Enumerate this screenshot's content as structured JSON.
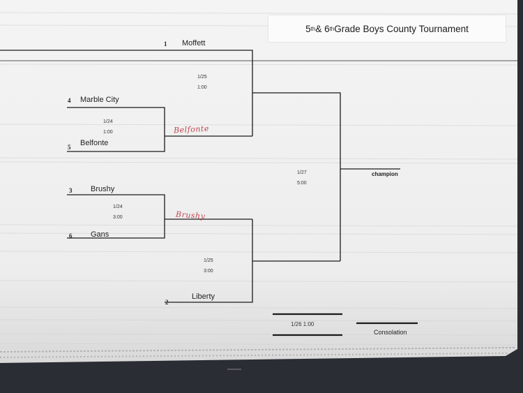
{
  "title": {
    "main": "5",
    "sup1": "th",
    "amp": " & 6",
    "sup2": "th",
    "rest": " Grade Boys County Tournament"
  },
  "teams": [
    {
      "seed": "1",
      "name": "Moffett"
    },
    {
      "seed": "4",
      "name": "Marble City"
    },
    {
      "seed": "5",
      "name": "Belfonte"
    },
    {
      "seed": "3",
      "name": "Brushy"
    },
    {
      "seed": "6",
      "name": "Gans"
    },
    {
      "seed": "2",
      "name": "Liberty"
    }
  ],
  "games": {
    "g_45": {
      "date": "1/24",
      "time": "1:00"
    },
    "g_36": {
      "date": "1/24",
      "time": "3:00"
    },
    "g_semi_top": {
      "date": "1/25",
      "time": "1:00"
    },
    "g_semi_bottom": {
      "date": "1/25",
      "time": "3:00"
    },
    "g_final": {
      "date": "1/27",
      "time": "5:00"
    },
    "g_consolation": {
      "datetime": "1/26  1:00"
    }
  },
  "handwritten": {
    "winner_top": "Belfonte",
    "winner_bottom": "Brushy"
  },
  "labels": {
    "champion": "champion",
    "consolation": "Consolation"
  },
  "colors": {
    "paper": "#f2f2f2",
    "background": "#2a2d33",
    "line": "#1a1a1a",
    "handwriting": "#c0464f"
  }
}
